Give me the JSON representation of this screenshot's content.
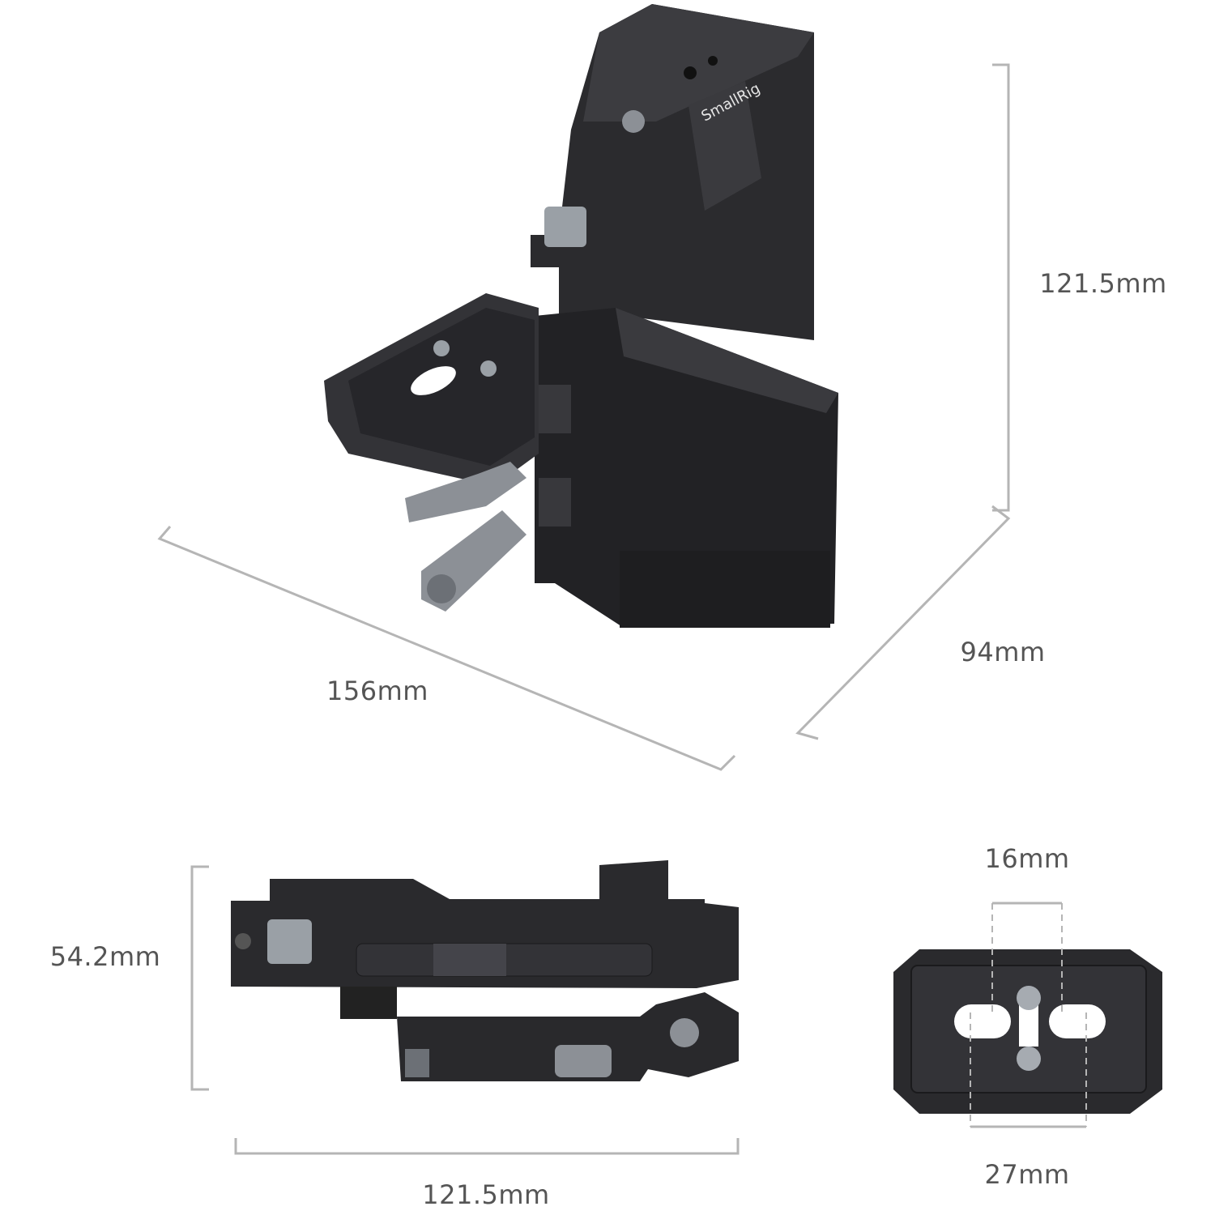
{
  "brand_logo": "SmallRig",
  "dimensions": {
    "height": "121.5mm",
    "depth": "94mm",
    "width": "156mm",
    "side_height": "54.2mm",
    "side_length": "121.5mm",
    "plate_slot_inner": "16mm",
    "plate_slot_outer": "27mm"
  },
  "colors": {
    "dimension_line": "#b5b5b5",
    "label_text": "#555555",
    "product_body": "#2a2a2c",
    "product_accent": "#8c9096"
  }
}
